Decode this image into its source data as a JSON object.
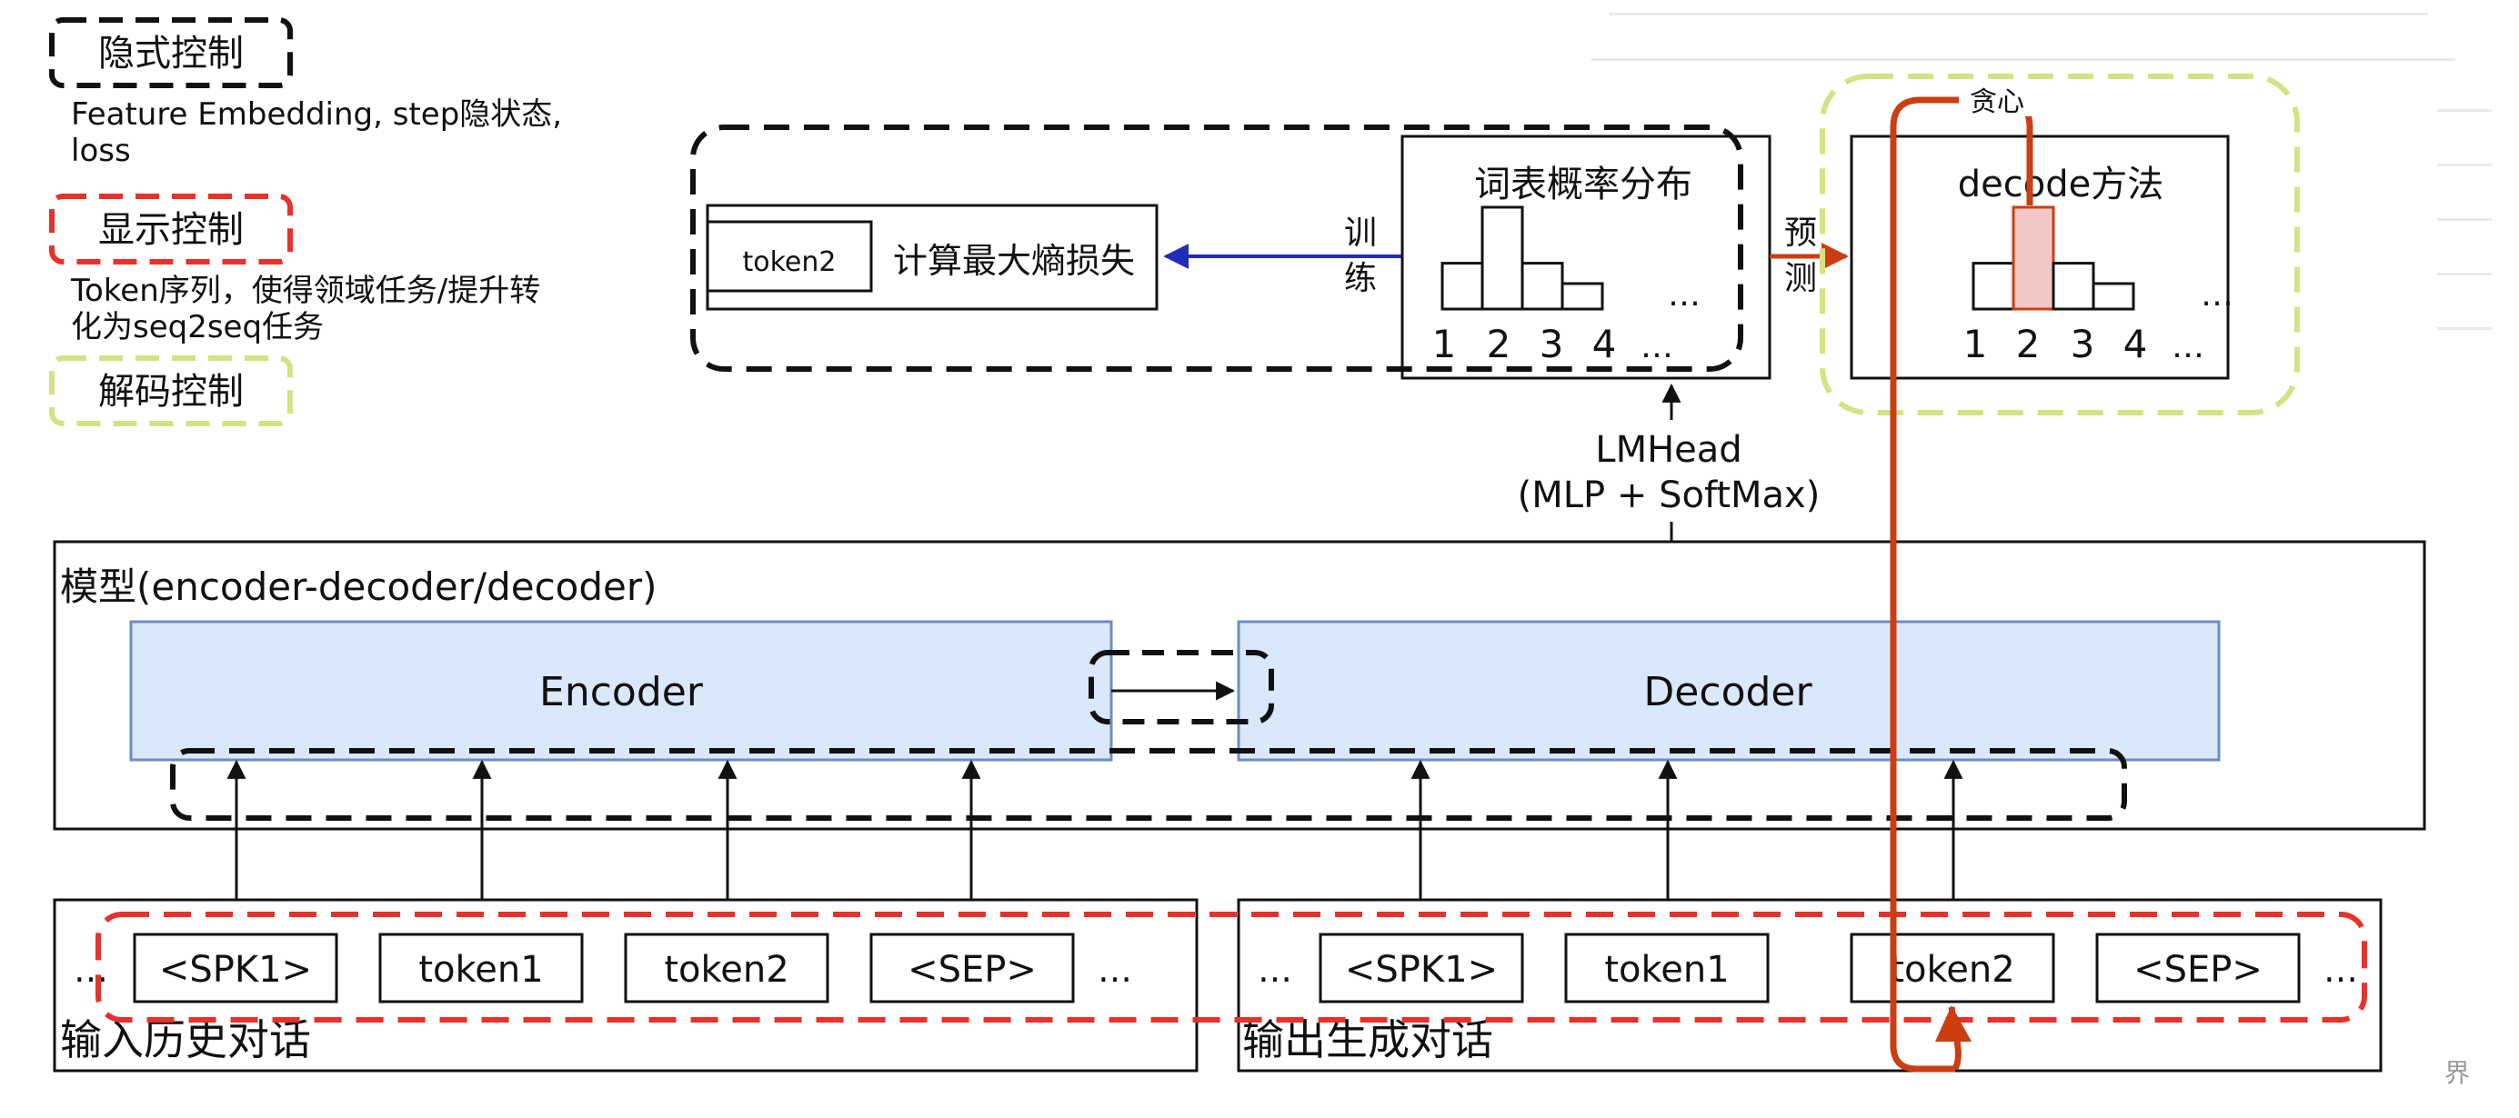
{
  "legend": {
    "implicit_label": "隐式控制",
    "implicit_desc": "Feature Embedding, step隐状态,\nloss",
    "explicit_label": "显示控制",
    "explicit_desc": "Token序列，使得领域任务/提升转\n化为seq2seq任务",
    "decoding_label": "解码控制"
  },
  "top": {
    "train_token": "token2",
    "train_box_label": "计算最大熵损失",
    "train_arrow_label_1": "训",
    "train_arrow_label_2": "练",
    "vocab_title": "词表概率分布",
    "predict_label_1": "预",
    "predict_label_2": "测",
    "decode_title": "decode方法",
    "greedy_label": "贪心",
    "hist_ellipsis": "…",
    "tick_labels": [
      "1",
      "2",
      "3",
      "4"
    ],
    "tick_ellipsis": "…",
    "histogram": {
      "left_values": [
        0.45,
        1.0,
        0.45,
        0.25
      ],
      "right_values": [
        0.45,
        1.0,
        0.45,
        0.25
      ],
      "right_highlight_index": 1,
      "highlight_color": "#f4c7c7"
    }
  },
  "lmhead": {
    "line1": "LMHead",
    "line2": "(MLP + SoftMax)"
  },
  "model": {
    "title": "模型(encoder-decoder/decoder)",
    "encoder_label": "Encoder",
    "decoder_label": "Decoder"
  },
  "input_panel": {
    "title": "输入历史对话",
    "leading_ellipsis": "…",
    "tokens": [
      "<SPK1>",
      "token1",
      "token2",
      "<SEP>"
    ],
    "trailing_ellipsis": "…"
  },
  "output_panel": {
    "title": "输出生成对话",
    "leading_ellipsis": "…",
    "tokens": [
      "<SPK1>",
      "token1",
      "token2",
      "<SEP>"
    ],
    "trailing_ellipsis": "…"
  },
  "watermark": "界",
  "colors": {
    "block_fill": "#dae8fc",
    "block_stroke": "#6c8ebf",
    "red_dash": "#e8312a",
    "green_dash": "#d4e283",
    "train_arrow": "#1f2db8",
    "orange_path": "#cc3d12"
  }
}
